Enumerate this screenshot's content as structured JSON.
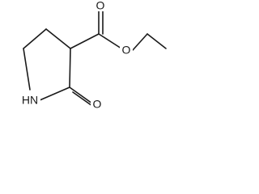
{
  "molecule": {
    "atoms": {
      "nitrogen_label": "HN",
      "ring_carbonyl_oxygen_label": "O",
      "ester_carbonyl_oxygen_label": "O",
      "ester_ether_oxygen_label": "O"
    },
    "colors": {
      "bond": "#1a1a1a",
      "text": "#1a1a1a",
      "background": "#ffffff"
    }
  }
}
